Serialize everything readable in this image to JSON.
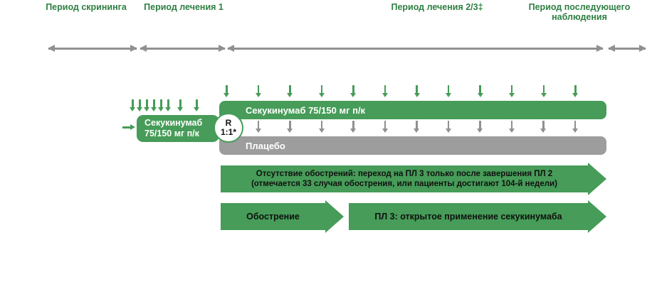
{
  "colors": {
    "green": "#469C58",
    "green_header_text": "#2E7F41",
    "gray_bar": "#9D9D9D",
    "gray_arrow": "#909090",
    "text_on_green_arrows": "#101010",
    "bar_text": "#FFFFFF"
  },
  "periods": [
    {
      "id": "screening",
      "label": "Период скрининга"
    },
    {
      "id": "treatment-1",
      "label": "Период лечения 1"
    },
    {
      "id": "treatment-2-3",
      "label": "Период лечения 2/3‡"
    },
    {
      "id": "follow-up",
      "label": "Период последующего\nнаблюдения"
    }
  ],
  "initial_treatment_box": {
    "label": "Секукинумаб\n75/150 мг п/к"
  },
  "randomization_badge": {
    "line1": "R",
    "line2": "1:1*"
  },
  "arms": [
    {
      "id": "secukinumab",
      "label": "Секукинумаб 75/150 мг п/к"
    },
    {
      "id": "placebo",
      "label": "Плацебо"
    }
  ],
  "flow_arrows": {
    "no_flare": {
      "line1": "Отсутствие обострений: переход на ПЛ 3 только после завершения ПЛ 2",
      "line2": "(отмечается 33 случая обострения, или пациенты достигают 104-й недели)"
    },
    "flare": {
      "label": "Обострение"
    },
    "open_label": {
      "label": "ПЛ 3: открытое применение секукинумаба"
    }
  },
  "injections": {
    "initial": {
      "count": 8,
      "color": "green"
    },
    "secukinumab_arm": {
      "count": 12,
      "color": "green"
    },
    "placebo_arm": {
      "count": 11,
      "color": "gray"
    }
  }
}
